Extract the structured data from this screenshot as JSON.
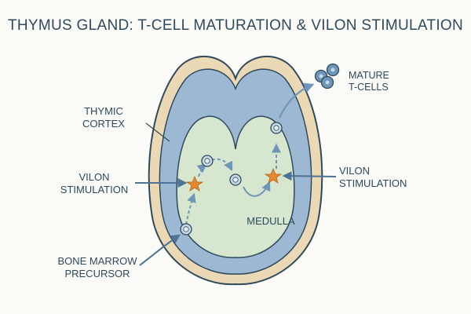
{
  "title": "THYMUS GLAND: T-CELL MATURATION & VILON STIMULATION",
  "labels": {
    "cortex_line1": "THYMIC",
    "cortex_line2": "CORTEX",
    "vilon_left_line1": "VILON",
    "vilon_left_line2": "STIMULATION",
    "vilon_right_line1": "VILON",
    "vilon_right_line2": "STIMULATION",
    "medulla": "MEDULLA",
    "precursor_line1": "BONE MARROW",
    "precursor_line2": "PRECURSOR",
    "mature_line1": "MATURE",
    "mature_line2": "T-CELLS"
  },
  "colors": {
    "outer_capsule": "#ead9b4",
    "cortex": "#9db8d3",
    "medulla": "#d7e6cf",
    "outline": "#2f4a5d",
    "star": "#e68a2e",
    "cell": "#c6d8e6",
    "arrow": "#6f95b8",
    "background": "#fbfbf7"
  }
}
